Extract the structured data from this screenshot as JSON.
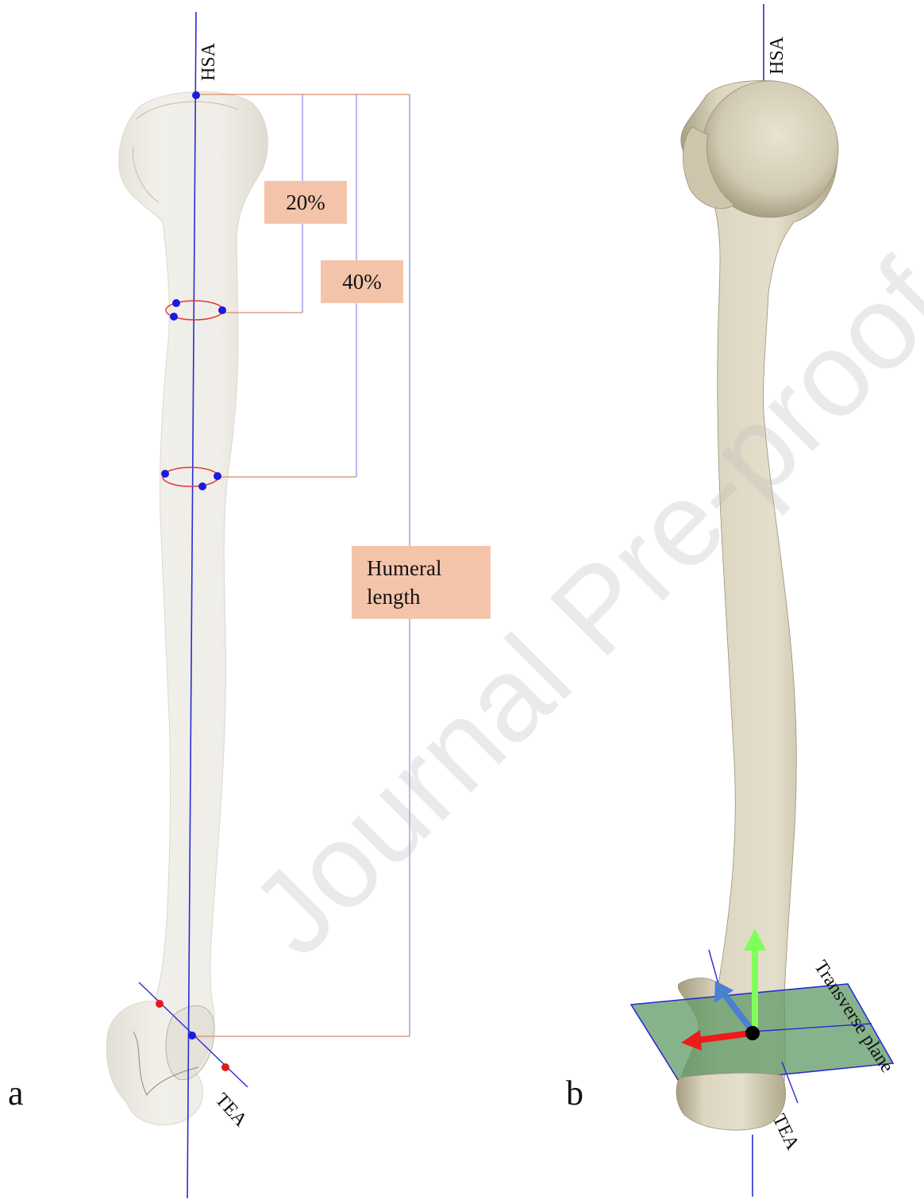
{
  "panel_a": {
    "label": "a",
    "hsa_label": "HSA",
    "tea_label": "TEA",
    "pct20_label": "20%",
    "pct40_label": "40%",
    "humeral_length_line1": "Humeral",
    "humeral_length_line2": "length"
  },
  "panel_b": {
    "label": "b",
    "hsa_label": "HSA",
    "tea_label": "TEA",
    "plane_label": "Transverse plane"
  },
  "watermark": "Journal Pre-proof",
  "colors": {
    "bone_a": "#efede6",
    "bone_b": "#d9d3be",
    "axis_line": "#2b2bd4",
    "bracket_line": "#d98c66",
    "label_box": "#f4c4aa",
    "landmark_blue": "#1a1ae0",
    "landmark_red": "#e31919",
    "plane_fill": "#5f9a66",
    "arrow_green": "#7fff5a",
    "arrow_blue": "#4a7fd4",
    "arrow_red": "#ee1b1b"
  }
}
